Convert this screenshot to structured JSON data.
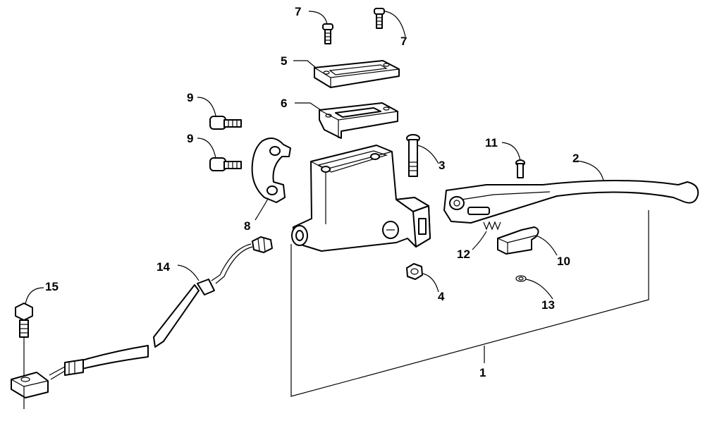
{
  "diagram": {
    "callouts": [
      "1",
      "2",
      "3",
      "4",
      "5",
      "6",
      "7",
      "7",
      "8",
      "9",
      "9",
      "10",
      "11",
      "12",
      "13",
      "14",
      "15"
    ],
    "colors": {
      "line": "#000000",
      "background": "#ffffff"
    }
  }
}
